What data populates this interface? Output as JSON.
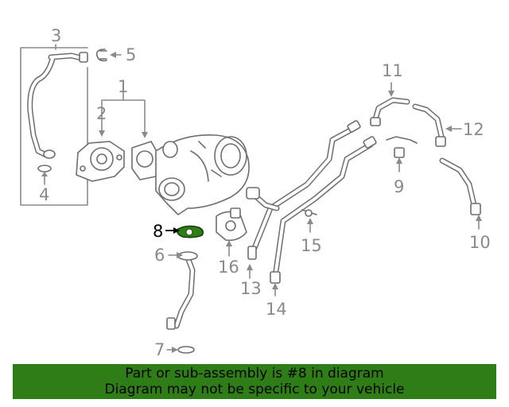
{
  "callouts": {
    "c1": "1",
    "c2": "2",
    "c3": "3",
    "c4": "4",
    "c5": "5",
    "c6": "6",
    "c7": "7",
    "c8": "8",
    "c9": "9",
    "c10": "10",
    "c11": "11",
    "c12": "12",
    "c13": "13",
    "c14": "14",
    "c15": "15",
    "c16": "16"
  },
  "highlighted_part": "8",
  "colors": {
    "banner_bg": "#2f7d16",
    "highlight": "#2f7d16",
    "line": "#8a8a8a"
  },
  "banner": {
    "line1": "Part or sub-assembly is #8 in diagram",
    "line2": "Diagram may not be specific to your vehicle"
  }
}
